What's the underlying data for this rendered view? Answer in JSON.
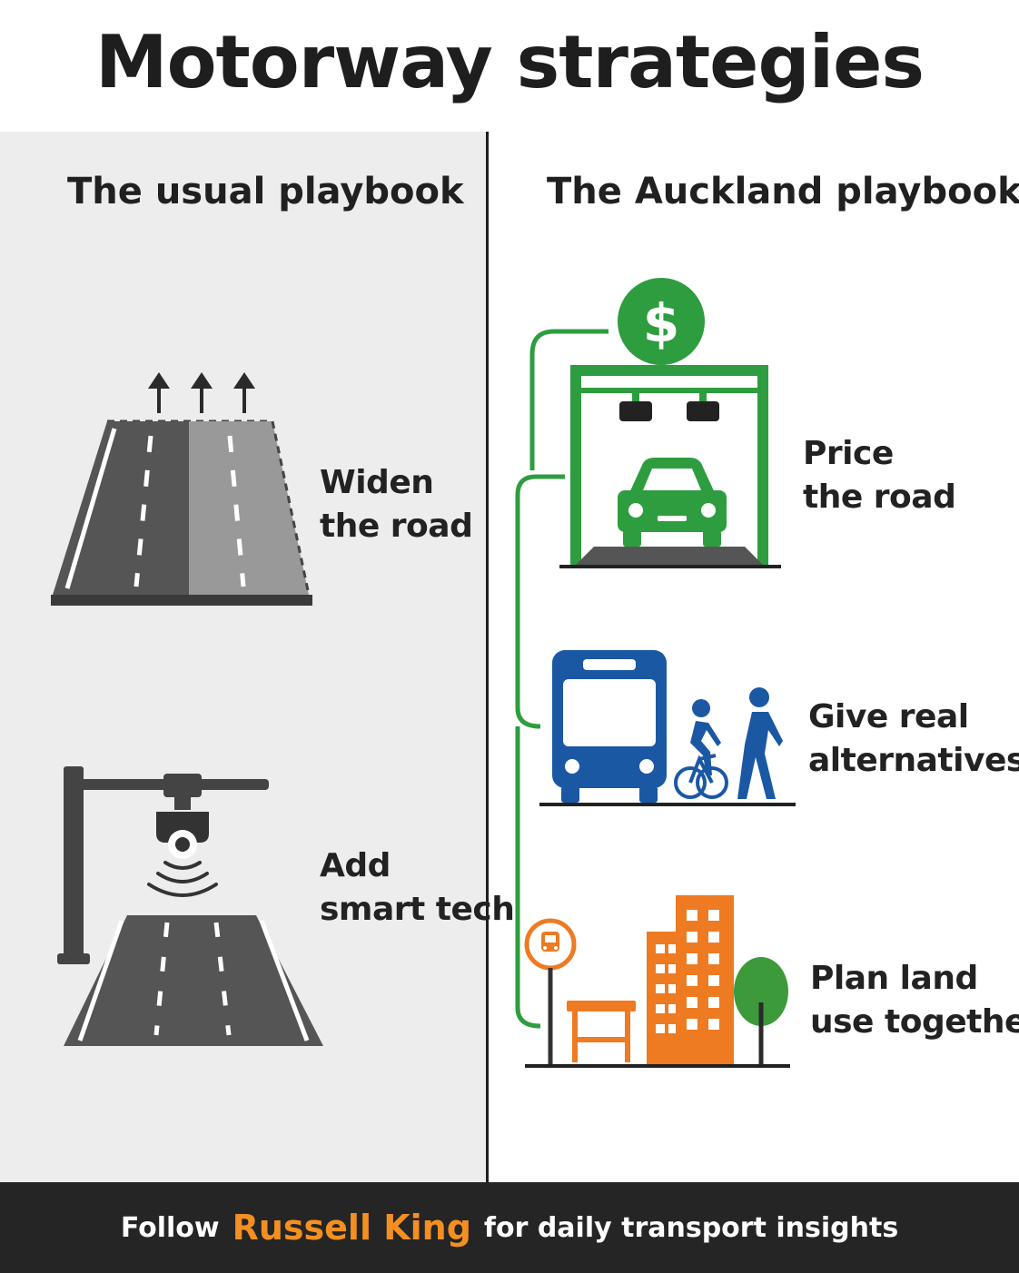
{
  "title": "Motorway strategies",
  "left": {
    "heading": "The usual playbook",
    "items": [
      {
        "line1": "Widen",
        "line2": "the road",
        "icon": "widen-road-icon"
      },
      {
        "line1": "Add",
        "line2": "smart tech",
        "icon": "smart-camera-icon"
      }
    ]
  },
  "right": {
    "heading": "The Auckland playbook",
    "items": [
      {
        "line1": "Price",
        "line2": "the road",
        "icon": "toll-gantry-icon"
      },
      {
        "line1": "Give real",
        "line2": "alternatives",
        "icon": "bus-bike-walk-icon"
      },
      {
        "line1": "Plan land",
        "line2": "use together",
        "icon": "bus-stop-building-tree-icon"
      }
    ]
  },
  "footer": {
    "prefix": "Follow",
    "name": "Russell King",
    "suffix": "for daily transport insights"
  },
  "colors": {
    "green": "#2e9d3f",
    "blue": "#1b58a4",
    "orange": "#ee7a22",
    "dark": "#1e1e1e",
    "footer_bg": "#252525",
    "left_panel_bg": "#ededed"
  }
}
